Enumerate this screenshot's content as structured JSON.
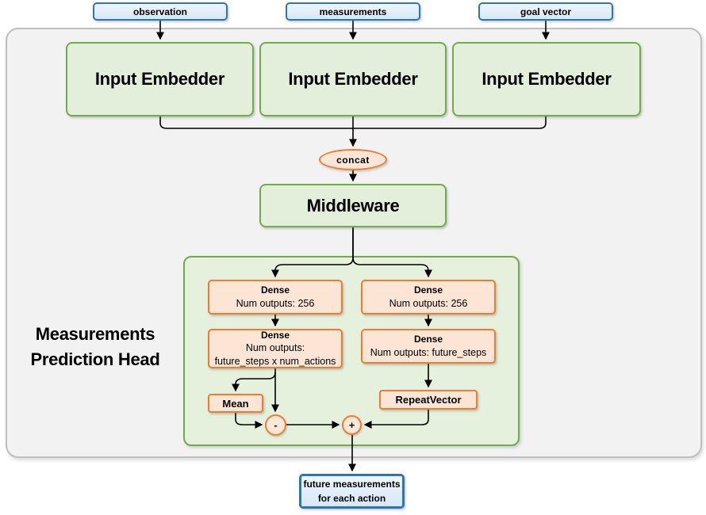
{
  "colors": {
    "blue_fill": "#dbe9f8",
    "blue_border": "#2e75b6",
    "green_fill": "#e3efda",
    "green_border": "#70ad47",
    "orange_fill": "#fce5d5",
    "orange_border": "#ed7d31",
    "container_fill": "#f2f2f2",
    "container_border": "#bfbfbf",
    "wire": "#000000"
  },
  "inputs": [
    {
      "label": "observation"
    },
    {
      "label": "measurements"
    },
    {
      "label": "goal vector"
    }
  ],
  "embedders": [
    {
      "label": "Input Embedder"
    },
    {
      "label": "Input Embedder"
    },
    {
      "label": "Input Embedder"
    }
  ],
  "concat": {
    "label": "concat"
  },
  "middleware": {
    "label": "Middleware"
  },
  "head": {
    "title": "Measurements Prediction Head",
    "dense_left_1": {
      "title": "Dense",
      "subtitle": "Num outputs: 256"
    },
    "dense_left_2": {
      "title": "Dense",
      "subtitle": "Num outputs:",
      "subtitle2": "future_steps x num_actions"
    },
    "dense_right_1": {
      "title": "Dense",
      "subtitle": "Num outputs: 256"
    },
    "dense_right_2": {
      "title": "Dense",
      "subtitle": "Num outputs: future_steps"
    },
    "mean": {
      "label": "Mean"
    },
    "repeat_vector": {
      "label": "RepeatVector"
    },
    "minus": {
      "label": "-"
    },
    "plus": {
      "label": "+"
    }
  },
  "output": {
    "line1": "future measurements",
    "line2": "for each action"
  }
}
